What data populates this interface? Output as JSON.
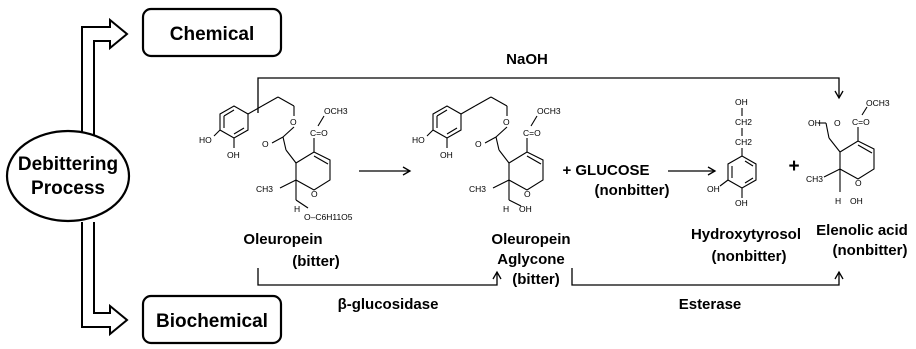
{
  "categories": {
    "chemical": "Chemical",
    "biochemical": "Biochemical"
  },
  "process": {
    "line1": "Debittering",
    "line2": "Process"
  },
  "reagents": {
    "naoh": "NaOH",
    "beta_glucosidase": "β-glucosidase",
    "esterase": "Esterase"
  },
  "compounds": {
    "oleuropein": {
      "name": "Oleuropein",
      "note": "(bitter)"
    },
    "aglycone": {
      "name1": "Oleuropein",
      "name2": "Aglycone",
      "note": "(bitter)"
    },
    "glucose": {
      "name": "+ GLUCOSE",
      "note": "(nonbitter)"
    },
    "hydroxytyrosol": {
      "name": "Hydroxytyrosol",
      "note": "(nonbitter)"
    },
    "elenolic": {
      "name": "Elenolic acid",
      "note": "(nonbitter)"
    }
  },
  "plus": "+",
  "atoms": {
    "ho": "HO",
    "oh": "OH",
    "o": "O",
    "h": "H",
    "och3": "OCH3",
    "c_eq_o": "C=O",
    "ch3": "CH3",
    "ch2": "CH2",
    "oglc": "O–C6H11O5"
  }
}
